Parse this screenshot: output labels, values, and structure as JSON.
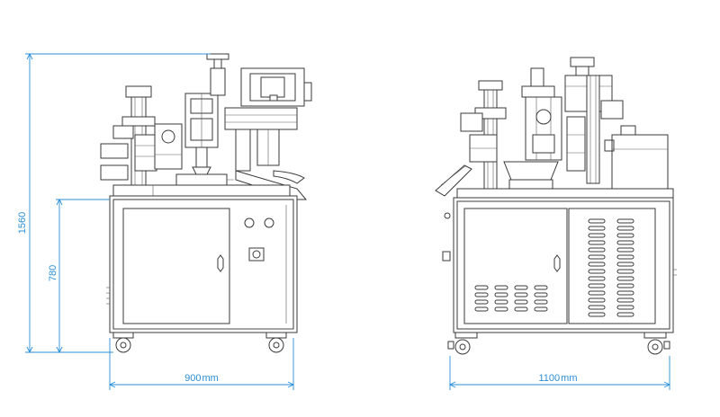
{
  "drawing": {
    "dimension_color": "#2a8fd6",
    "line_color": "#3a3a3a",
    "front_view": {
      "total_height_value": "1560",
      "table_height_value": "780",
      "width_value": "900",
      "width_unit": "mm"
    },
    "side_view": {
      "width_value": "1100",
      "width_unit": "mm"
    }
  }
}
